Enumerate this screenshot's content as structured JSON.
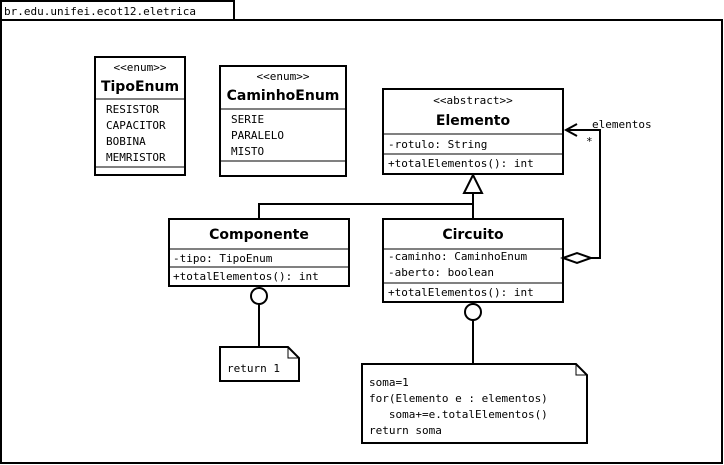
{
  "package": {
    "name": "br.edu.unifei.ecot12.eletrica"
  },
  "classes": {
    "tipo_enum": {
      "stereotype": "<<enum>>",
      "name": "TipoEnum",
      "literals": [
        "RESISTOR",
        "CAPACITOR",
        "BOBINA",
        "MEMRISTOR"
      ]
    },
    "caminho_enum": {
      "stereotype": "<<enum>>",
      "name": "CaminhoEnum",
      "literals": [
        "SERIE",
        "PARALELO",
        "MISTO"
      ]
    },
    "elemento": {
      "stereotype": "<<abstract>>",
      "name": "Elemento",
      "attributes": [
        "-rotulo: String"
      ],
      "operations": [
        "+totalElementos(): int"
      ]
    },
    "componente": {
      "name": "Componente",
      "attributes": [
        "-tipo: TipoEnum"
      ],
      "operations": [
        "+totalElementos(): int"
      ]
    },
    "circuito": {
      "name": "Circuito",
      "attributes": [
        "-caminho: CaminhoEnum",
        "-aberto: boolean"
      ],
      "operations": [
        "+totalElementos(): int"
      ]
    }
  },
  "association": {
    "role": "elementos",
    "multiplicity": "*"
  },
  "notes": {
    "componente_note": {
      "lines": [
        "return 1"
      ]
    },
    "circuito_note": {
      "lines": [
        "soma=1",
        "for(Elemento e : elementos)",
        "   soma+=e.totalElementos()",
        "return soma"
      ]
    }
  }
}
